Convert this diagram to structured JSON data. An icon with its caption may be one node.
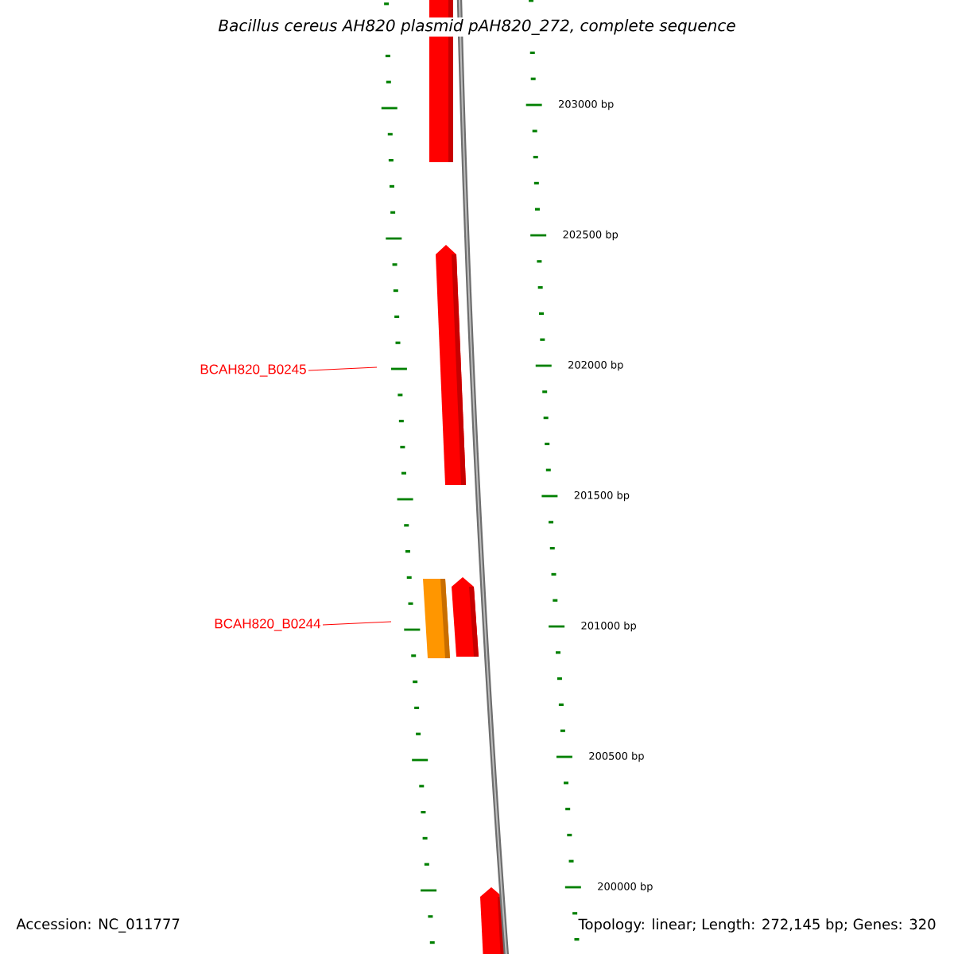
{
  "diagram": {
    "title": "Bacillus cereus AH820 plasmid pAH820_272, complete sequence",
    "nodes": [
      {
        "text": [
          "BCAH820_B0245"
        ]
      },
      {
        "text": [
          "BCAH820_B0244"
        ]
      }
    ],
    "edges": [
      {
        "from": 0,
        "to": null,
        "arrow": "none",
        "color": "#ff0000"
      },
      {
        "from": 1,
        "to": null,
        "arrow": "none",
        "color": "#ff0000"
      }
    ],
    "labels": [
      "203000 bp",
      "202500 bp",
      "202000 bp",
      "201500 bp",
      "201000 bp",
      "200500 bp",
      "200000 bp",
      "Accession: NC_011777",
      "Topology: linear; Length: 272,145 bp; Genes: 320"
    ]
  }
}
